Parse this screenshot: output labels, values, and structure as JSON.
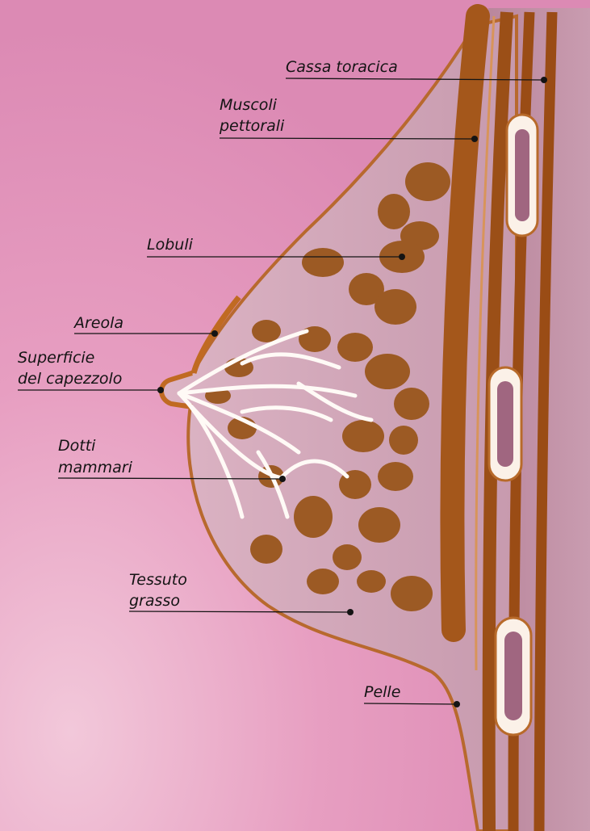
{
  "diagram": {
    "labels": {
      "cassa_toracica": "Cassa toracica",
      "muscoli_pettorali_1": "Muscoli",
      "muscoli_pettorali_2": "pettorali",
      "lobuli": "Lobuli",
      "areola": "Areola",
      "superficie_capezzolo_1": "Superficie",
      "superficie_capezzolo_2": "del capezzolo",
      "dotti_mammari_1": "Dotti",
      "dotti_mammari_2": "mammari",
      "tessuto_grasso_1": "Tessuto",
      "tessuto_grasso_2": "grasso",
      "pelle": "Pelle"
    }
  }
}
